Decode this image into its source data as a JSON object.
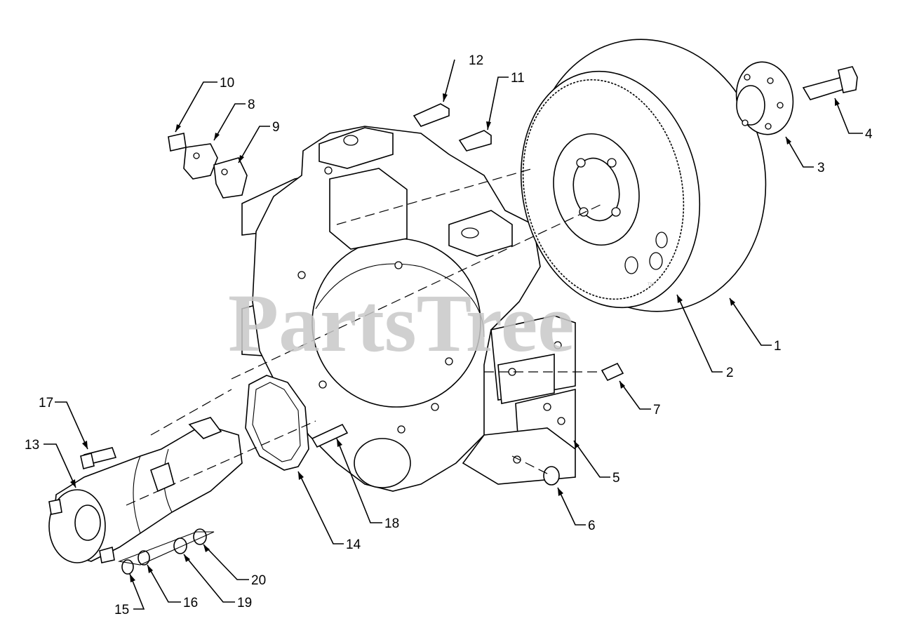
{
  "watermark": {
    "text": "PartsTree",
    "mark": "™"
  },
  "callouts": [
    "1",
    "2",
    "3",
    "4",
    "5",
    "6",
    "7",
    "8",
    "9",
    "10",
    "11",
    "12",
    "13",
    "14",
    "15",
    "16",
    "17",
    "18",
    "19",
    "20"
  ]
}
